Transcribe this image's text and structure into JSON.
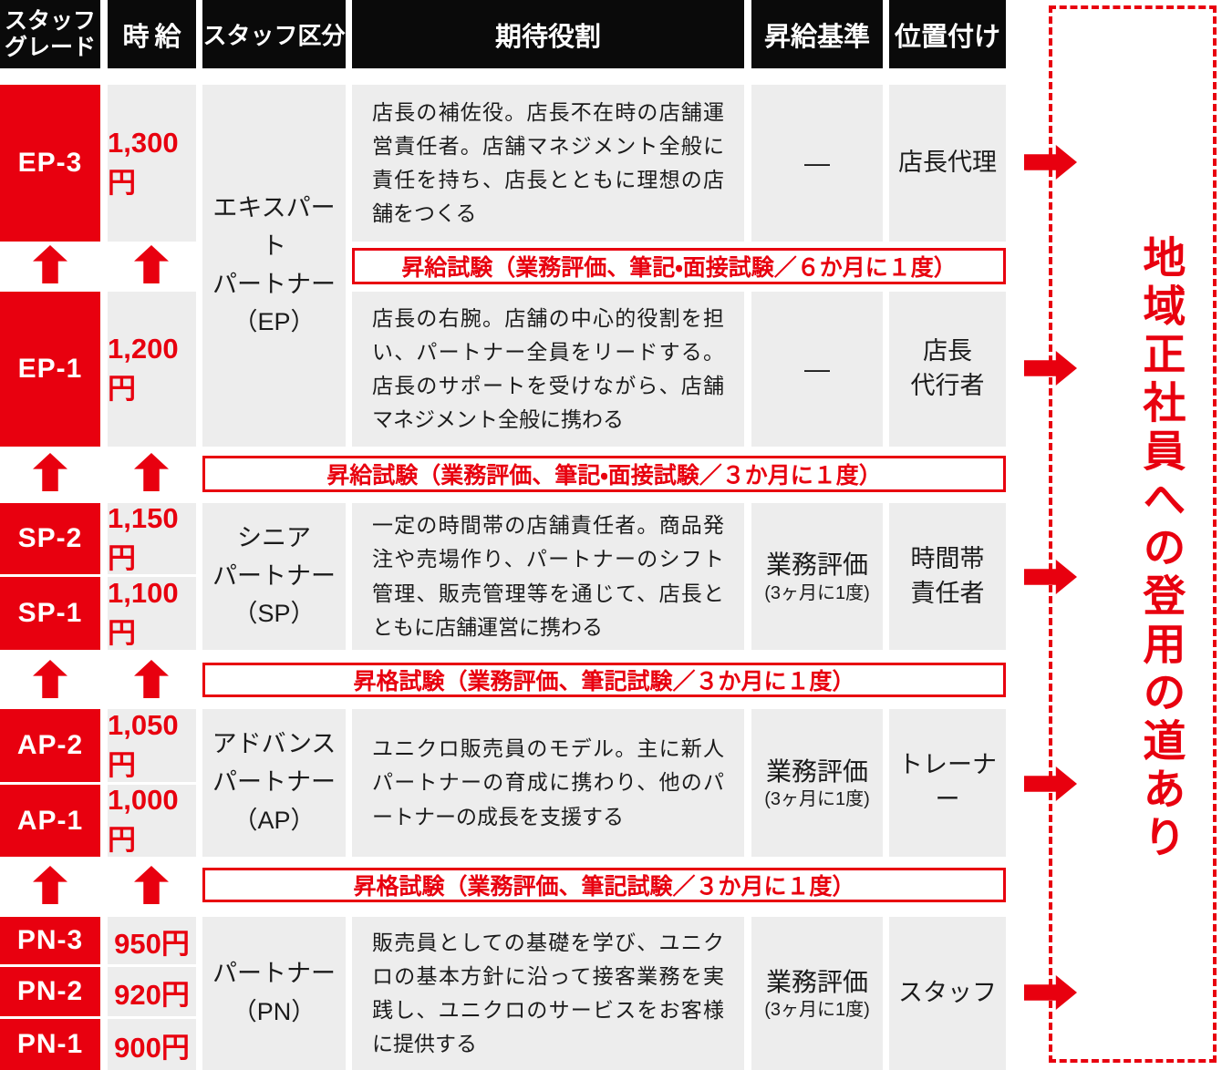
{
  "colors": {
    "accent_red": "#e8000f",
    "header_black": "#0a0a0a",
    "cell_gray": "#ededed"
  },
  "header": {
    "staff_grade": "スタッフ\nグレード",
    "hourly_wage": "時給",
    "staff_category": "スタッフ区分",
    "expected_role": "期待役割",
    "raise_criteria": "昇給基準",
    "positioning": "位置付け"
  },
  "grades": [
    {
      "label": "EP-3",
      "wage": "1,300円"
    },
    {
      "label": "EP-1",
      "wage": "1,200円"
    },
    {
      "label": "SP-2",
      "wage": "1,150円"
    },
    {
      "label": "SP-1",
      "wage": "1,100円"
    },
    {
      "label": "AP-2",
      "wage": "1,050円"
    },
    {
      "label": "AP-1",
      "wage": "1,000円"
    },
    {
      "label": "PN-3",
      "wage": "950円"
    },
    {
      "label": "PN-2",
      "wage": "920円"
    },
    {
      "label": "PN-1",
      "wage": "900円"
    }
  ],
  "sections": [
    {
      "category": "エキスパート\nパートナー\n（EP）",
      "rows": [
        {
          "role": "店長の補佐役。店長不在時の店舗運営責任者。店舗マネジメント全般に責任を持ち、店長とともに理想の店舗をつくる",
          "raise_main": "—",
          "raise_sub": "",
          "position": "店長代理"
        },
        {
          "role": "店長の右腕。店舗の中心的役割を担い、パートナー全員をリードする。店長のサポートを受けながら、店舗マネジメント全般に携わる",
          "raise_main": "—",
          "raise_sub": "",
          "position": "店長\n代行者"
        }
      ]
    },
    {
      "category": "シニア\nパートナー\n（SP）",
      "rows": [
        {
          "role": "一定の時間帯の店舗責任者。商品発注や売場作り、パートナーのシフト管理、販売管理等を通じて、店長とともに店舗運営に携わる",
          "raise_main": "業務評価",
          "raise_sub": "(3ヶ月に1度)",
          "position": "時間帯\n責任者"
        }
      ]
    },
    {
      "category": "アドバンス\nパートナー\n（AP）",
      "rows": [
        {
          "role": "ユニクロ販売員のモデル。主に新人パートナーの育成に携わり、他のパートナーの成長を支援する",
          "raise_main": "業務評価",
          "raise_sub": "(3ヶ月に1度)",
          "position": "トレーナー"
        }
      ]
    },
    {
      "category": "パートナー\n（PN）",
      "rows": [
        {
          "role": "販売員としての基礎を学び、ユニクロの基本方針に沿って接客業務を実践し、ユニクロのサービスをお客様に提供する",
          "raise_main": "業務評価",
          "raise_sub": "(3ヶ月に1度)",
          "position": "スタッフ"
        }
      ]
    }
  ],
  "banners": [
    "昇給試験（業務評価、筆記・面接試験／６か月に１度）",
    "昇給試験（業務評価、筆記・面接試験／３か月に１度）",
    "昇格試験（業務評価、筆記試験／３か月に１度）",
    "昇格試験（業務評価、筆記試験／３か月に１度）"
  ],
  "side_note": "地域正社員への登用の道あり"
}
